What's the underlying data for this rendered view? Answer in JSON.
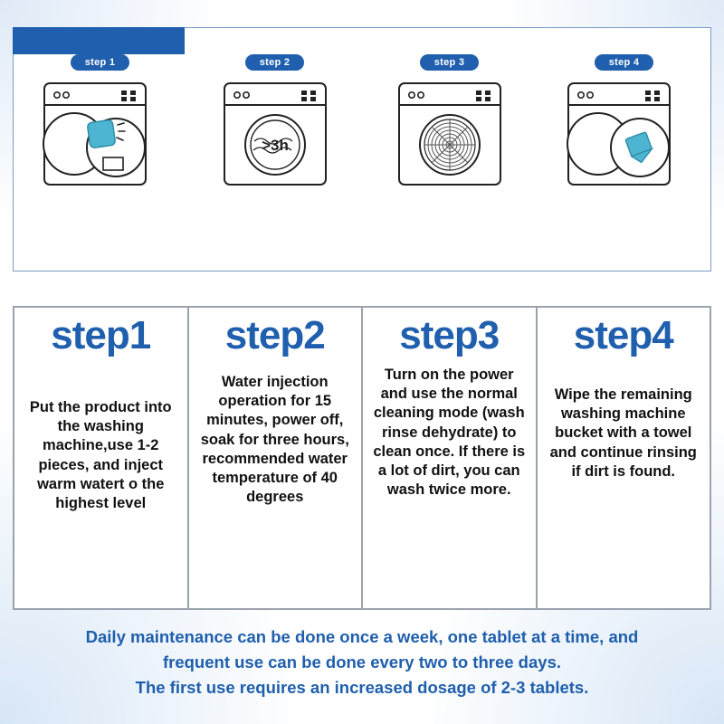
{
  "top_panel": {
    "tab": "",
    "steps": [
      {
        "pill": "step 1",
        "icon": "washing-machine-door-open-tablet"
      },
      {
        "pill": "step 2",
        "icon": "washing-machine-timer-3h"
      },
      {
        "pill": "step 3",
        "icon": "washing-machine-drum-spin"
      },
      {
        "pill": "step 4",
        "icon": "washing-machine-wipe-cloth"
      }
    ]
  },
  "columns": [
    {
      "heading": "step1",
      "text": "Put the product into the washing machine,use 1-2 pieces, and inject warm watert o the highest level"
    },
    {
      "heading": "step2",
      "text": "Water injection operation for 15 minutes, power off, soak for three hours, recommended water temperature of 40 degrees"
    },
    {
      "heading": "step3",
      "text": "Turn on the power and use the normal cleaning mode (wash rinse dehydrate) to clean once. If there is a lot of dirt, you can wash twice more."
    },
    {
      "heading": "step4",
      "text": "Wipe the remaining washing machine bucket with a towel and continue rinsing if dirt is found."
    }
  ],
  "note": {
    "line1": "Daily maintenance can be done once a week, one tablet at a time, and",
    "line2": "frequent use can be done every two to three days.",
    "line3": "The first use requires an increased dosage of 2-3 tablets."
  },
  "colors": {
    "brand_blue": "#1f5fad",
    "panel_border": "#7b9ac6",
    "box_border": "#9aa3ad",
    "tablet_blue": "#4db5d1"
  }
}
